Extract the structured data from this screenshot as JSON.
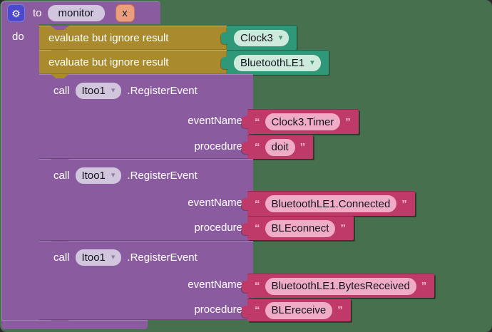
{
  "colors": {
    "canvas_bg": "#47714e",
    "procedure_block": "#8a5b9e",
    "evaluate_block": "#a98b2d",
    "component_block": "#2f9878",
    "text_block": "#bf3a68",
    "name_field": "#d2c6df",
    "component_field": "#cdeadd",
    "text_field": "#f0abc7",
    "gear_button": "#4b49cc",
    "param_chip": "#ea9e7d"
  },
  "icons": {
    "gear": "⚙",
    "dropdown_arrow": "▾"
  },
  "procedure_block": {
    "to_label": "to",
    "name_field": "monitor",
    "param_field": "x",
    "do_label": "do"
  },
  "evaluate_blocks": [
    {
      "label": "evaluate but ignore result",
      "component": "Clock3"
    },
    {
      "label": "evaluate but ignore result",
      "component": "BluetoothLE1"
    }
  ],
  "call_blocks": [
    {
      "call_label": "call",
      "component": "Itoo1",
      "method": ".RegisterEvent",
      "params": [
        {
          "name": "eventName",
          "open_quote": "“",
          "value": "Clock3.Timer",
          "close_quote": "”"
        },
        {
          "name": "procedure",
          "open_quote": "“",
          "value": "doit",
          "close_quote": "”"
        }
      ]
    },
    {
      "call_label": "call",
      "component": "Itoo1",
      "method": ".RegisterEvent",
      "params": [
        {
          "name": "eventName",
          "open_quote": "“",
          "value": "BluetoothLE1.Connected",
          "close_quote": "”"
        },
        {
          "name": "procedure",
          "open_quote": "“",
          "value": "BLEconnect",
          "close_quote": "”"
        }
      ]
    },
    {
      "call_label": "call",
      "component": "Itoo1",
      "method": ".RegisterEvent",
      "params": [
        {
          "name": "eventName",
          "open_quote": "“",
          "value": "BluetoothLE1.BytesReceived",
          "close_quote": "”"
        },
        {
          "name": "procedure",
          "open_quote": "“",
          "value": "BLEreceive",
          "close_quote": "”"
        }
      ]
    }
  ]
}
